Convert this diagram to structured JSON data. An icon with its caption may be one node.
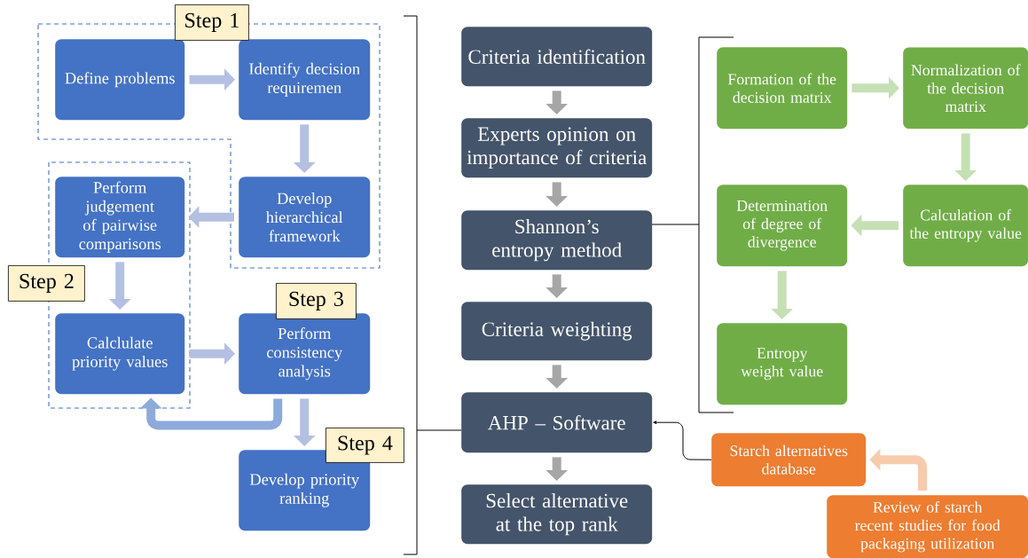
{
  "diagram": {
    "nodes": [
      {
        "text": [
          "Define problems"
        ]
      },
      {
        "text": [
          "Identify decision requiremen"
        ]
      },
      {
        "text": [
          "Develop hierarchical framework"
        ]
      },
      {
        "text": [
          "Perform judgement of pairwise comparisons"
        ]
      },
      {
        "text": [
          "Calclulate priority values"
        ]
      },
      {
        "text": [
          "Perform consistency analysis"
        ]
      },
      {
        "text": [
          "Develop priority ranking"
        ]
      },
      {
        "text": [
          "Step 1"
        ]
      },
      {
        "text": [
          "Step 2"
        ]
      },
      {
        "text": [
          "Step 3"
        ]
      },
      {
        "text": [
          "Step 4"
        ]
      },
      {
        "text": [
          "Criteria identification"
        ]
      },
      {
        "text": [
          "Experts opinion on importance of criteria"
        ]
      },
      {
        "text": [
          "Shannon’s entropy method"
        ]
      },
      {
        "text": [
          "Criteria weighting"
        ]
      },
      {
        "text": [
          "AHP – Software"
        ]
      },
      {
        "text": [
          "Select alternative at the top rank"
        ]
      },
      {
        "text": [
          "Formation of the decision matrix"
        ]
      },
      {
        "text": [
          "Normalization of the decision matrix"
        ]
      },
      {
        "text": [
          "Calculation of the entropy value"
        ]
      },
      {
        "text": [
          "Determination of degree of divergence"
        ]
      },
      {
        "text": [
          "Entropy weight value"
        ]
      },
      {
        "text": [
          "Starch alternatives database"
        ]
      },
      {
        "text": [
          "Review of starch recent studies for food packaging utilization"
        ]
      }
    ],
    "edges": [
      {
        "from": 0,
        "to": 1,
        "arrow": "to",
        "color": "#b4c0e2"
      },
      {
        "from": 1,
        "to": 2,
        "arrow": "to",
        "color": "#b4c0e2"
      },
      {
        "from": 2,
        "to": 3,
        "arrow": "to",
        "color": "#b4c0e2"
      },
      {
        "from": 3,
        "to": 4,
        "arrow": "to",
        "color": "#b4c0e2"
      },
      {
        "from": 4,
        "to": 5,
        "arrow": "to",
        "color": "#b4c0e2"
      },
      {
        "from": 5,
        "to": 4,
        "arrow": "to",
        "color": "#8eaadb"
      },
      {
        "from": 5,
        "to": 6,
        "arrow": "to",
        "color": "#b4c0e2"
      },
      {
        "from": 11,
        "to": 12,
        "arrow": "to",
        "color": "#a6a6a6"
      },
      {
        "from": 12,
        "to": 13,
        "arrow": "to",
        "color": "#a6a6a6"
      },
      {
        "from": 13,
        "to": 14,
        "arrow": "to",
        "color": "#a6a6a6"
      },
      {
        "from": 14,
        "to": 15,
        "arrow": "to",
        "color": "#a6a6a6"
      },
      {
        "from": 15,
        "to": 16,
        "arrow": "to",
        "color": "#a6a6a6"
      },
      {
        "from": 17,
        "to": 18,
        "arrow": "to",
        "color": "#c5e0b4"
      },
      {
        "from": 18,
        "to": 19,
        "arrow": "to",
        "color": "#c5e0b4"
      },
      {
        "from": 19,
        "to": 20,
        "arrow": "to",
        "color": "#c5e0b4"
      },
      {
        "from": 20,
        "to": 21,
        "arrow": "to",
        "color": "#c5e0b4"
      },
      {
        "from": 22,
        "to": 15,
        "arrow": "to",
        "color": "#000000"
      },
      {
        "from": 23,
        "to": 22,
        "arrow": "to",
        "color": "#f8cbad"
      }
    ]
  }
}
